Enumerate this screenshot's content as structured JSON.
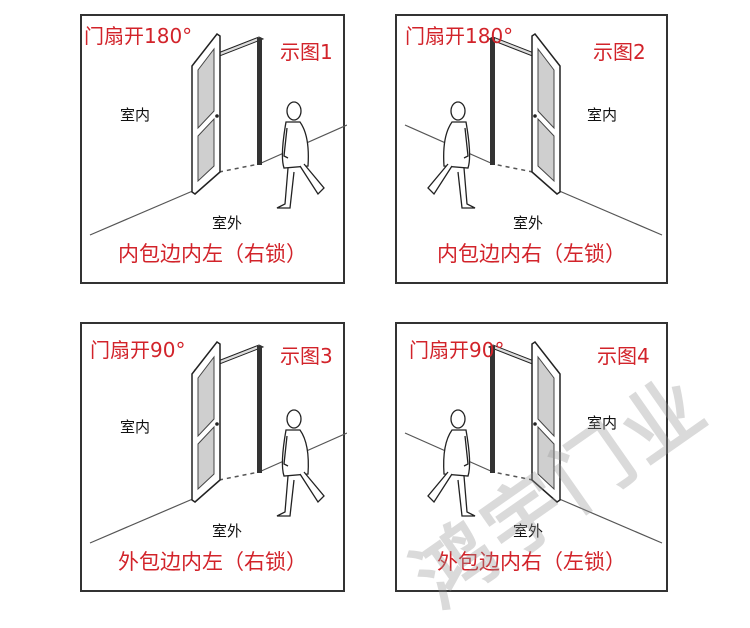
{
  "panels": [
    {
      "angle_label": "门扇开180°",
      "figure_label": "示图1",
      "indoor": "室内",
      "outdoor": "室外",
      "caption": "内包边内左（右锁）"
    },
    {
      "angle_label": "门扇开180°",
      "figure_label": "示图2",
      "indoor": "室内",
      "outdoor": "室外",
      "caption": "内包边内右（左锁）"
    },
    {
      "angle_label": "门扇开90°",
      "figure_label": "示图3",
      "indoor": "室内",
      "outdoor": "室外",
      "caption": "外包边内左（右锁）"
    },
    {
      "angle_label": "门扇开90°",
      "figure_label": "示图4",
      "indoor": "室内",
      "outdoor": "室外",
      "caption": "外包边内右（左锁）"
    }
  ],
  "watermark": "鸿宇门业",
  "colors": {
    "label": "#d2232a",
    "line": "#333333"
  }
}
